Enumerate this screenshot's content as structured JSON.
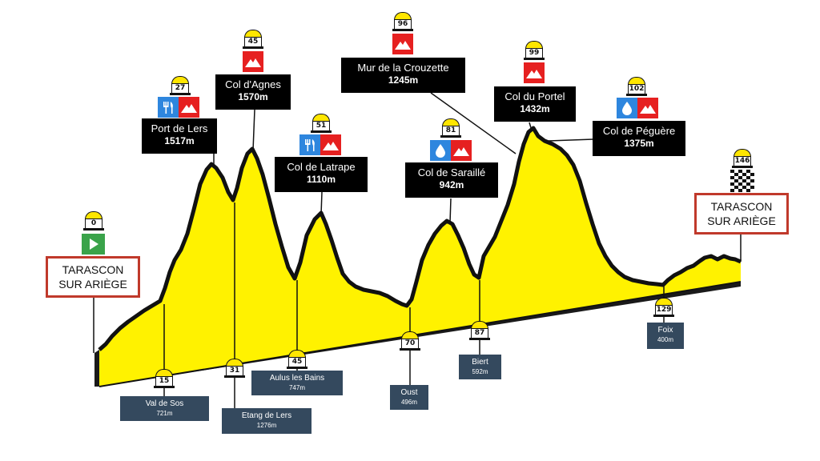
{
  "colors": {
    "profile_fill": "#fff200",
    "profile_edge": "#111111",
    "base_shade": "#1a1a1a",
    "label_bg": "#000000",
    "town_bg": "#34495e",
    "climb_icon": "#e62020",
    "feed_icon": "#2e86de",
    "start_icon": "#3aa34a",
    "endpoint_border": "#c0392b"
  },
  "start": {
    "km": "0",
    "line1": "TARASCON",
    "line2": "SUR ARIÈGE",
    "icon": "play-icon"
  },
  "finish": {
    "km": "146",
    "line1": "TARASCON",
    "line2": "SUR ARIÈGE",
    "icon": "checkered-flag-icon"
  },
  "climbs": [
    {
      "km": "27",
      "name": "Port de Lers",
      "elevation": "1517m",
      "icons": [
        "fork-knife-icon",
        "mountain-icon"
      ]
    },
    {
      "km": "45",
      "name": "Col d'Agnes",
      "elevation": "1570m",
      "icons": [
        "mountain-icon"
      ]
    },
    {
      "km": "51",
      "name": "Col de Latrape",
      "elevation": "1110m",
      "icons": [
        "fork-knife-icon",
        "mountain-icon"
      ]
    },
    {
      "km": "96",
      "name": "Mur de la Crouzette",
      "elevation": "1245m",
      "icons": [
        "mountain-icon"
      ]
    },
    {
      "km": "81",
      "name": "Col de Saraillé",
      "elevation": "942m",
      "icons": [
        "water-drop-icon",
        "mountain-icon"
      ]
    },
    {
      "km": "99",
      "name": "Col du Portel",
      "elevation": "1432m",
      "icons": [
        "mountain-icon"
      ]
    },
    {
      "km": "102",
      "name": "Col de Péguère",
      "elevation": "1375m",
      "icons": [
        "water-drop-icon",
        "mountain-icon"
      ]
    }
  ],
  "towns": [
    {
      "km": "15",
      "name": "Val de Sos",
      "elevation": "721m"
    },
    {
      "km": "31",
      "name": "Etang de Lers",
      "elevation": "1276m"
    },
    {
      "km": "45",
      "name": "Aulus les Bains",
      "elevation": "747m"
    },
    {
      "km": "70",
      "name": "Oust",
      "elevation": "496m"
    },
    {
      "km": "87",
      "name": "Biert",
      "elevation": "592m"
    },
    {
      "km": "129",
      "name": "Foix",
      "elevation": "400m"
    }
  ]
}
